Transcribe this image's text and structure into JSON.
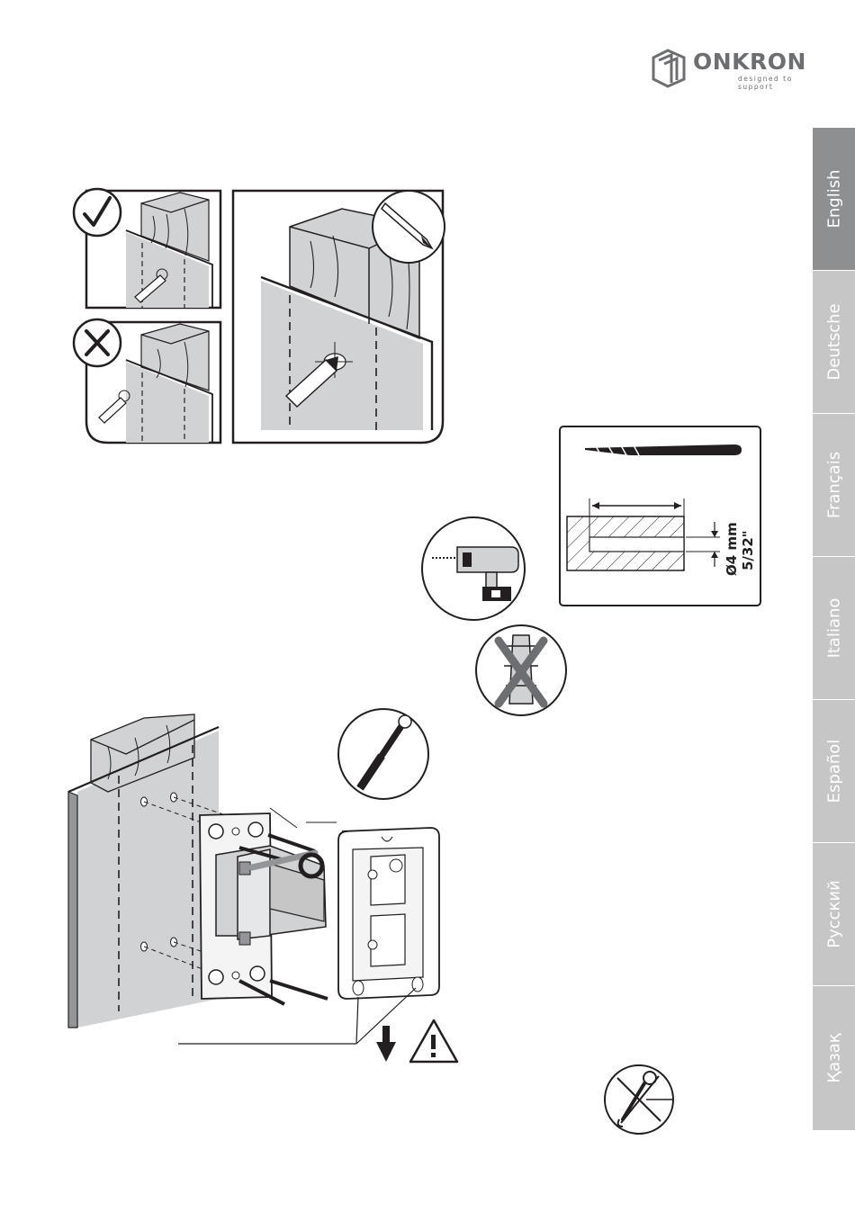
{
  "brand": {
    "name": "ONKRON",
    "tagline": "designed to support"
  },
  "languages": [
    {
      "label": "English",
      "active": true
    },
    {
      "label": "Deutsche",
      "active": false
    },
    {
      "label": "Français",
      "active": false
    },
    {
      "label": "Italiano",
      "active": false
    },
    {
      "label": "Español",
      "active": false
    },
    {
      "label": "Русский",
      "active": false
    },
    {
      "label": "Қазақ",
      "active": false
    }
  ],
  "drill_spec": {
    "diameter": "Ø4 mm",
    "diameter_imperial": "5/32\""
  },
  "colors": {
    "tab_inactive": "#c6c6c7",
    "tab_active": "#8e8f91",
    "wall_gray": "#d1d2d4",
    "line_dark": "#231f20"
  },
  "icons": {
    "correct": "check-icon",
    "incorrect": "cross-icon",
    "pencil": "pencil-icon",
    "drill": "drill-icon",
    "anchor": "no-anchor-icon",
    "socket": "socket-wrench-icon",
    "warning": "warning-icon",
    "wrench": "no-wrench-icon"
  }
}
